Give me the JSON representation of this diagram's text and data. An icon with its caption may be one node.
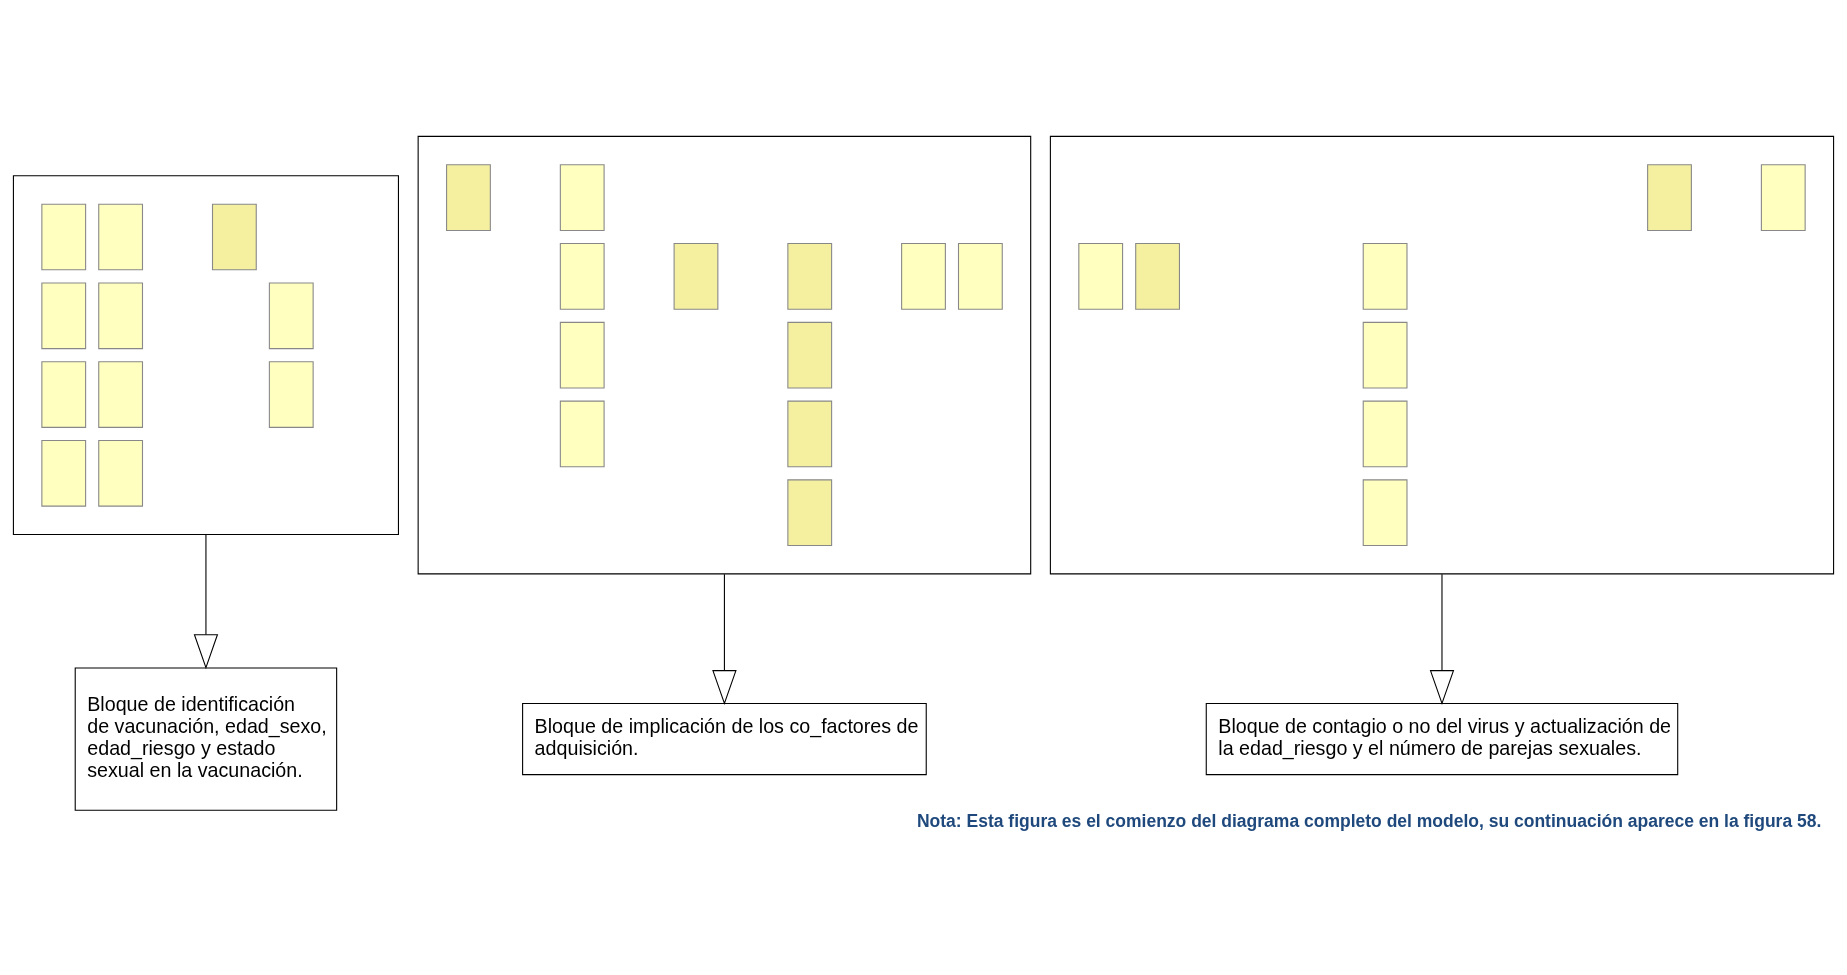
{
  "diagram": {
    "caption": "Nota: Esta figura es el comienzo del diagrama completo del modelo, su continuación aparece en la figura 58.",
    "nodes": [
      {
        "text": [],
        "shape": "picture"
      },
      {
        "text": [],
        "shape": "picture"
      },
      {
        "text": [],
        "shape": "picture"
      },
      {
        "text": [
          "Bloque de identificación de vacunación, edad_sexo, edad_riesgo y estado sexual en la vacunación."
        ]
      },
      {
        "text": [
          "Bloque de implicación de los co_factores de adquisición."
        ]
      },
      {
        "text": [
          "Bloque de contagio o no del virus y actualización de la edad_riesgo y el número de parejas sexuales."
        ]
      }
    ],
    "edges": [
      {
        "from": 0,
        "to": 3,
        "arrow": "to"
      },
      {
        "from": 1,
        "to": 4,
        "arrow": "to"
      },
      {
        "from": 2,
        "to": 5,
        "arrow": "to"
      }
    ]
  }
}
